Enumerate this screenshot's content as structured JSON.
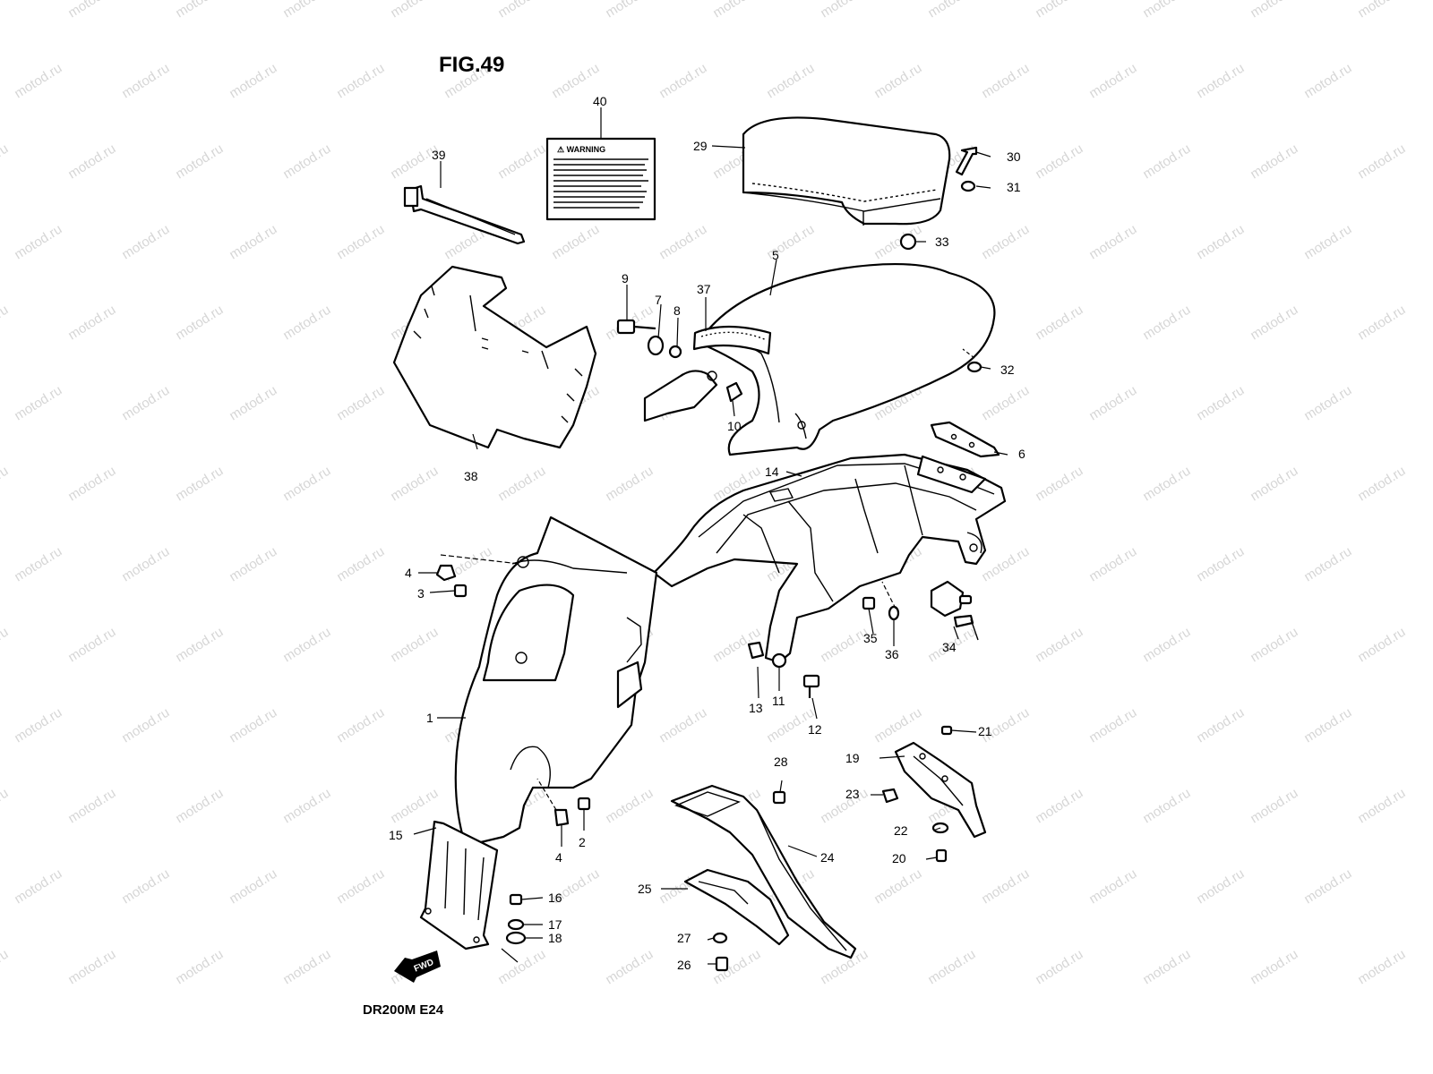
{
  "figure_title": "FIG.49",
  "model_code": "DR200M E24",
  "watermark": "motod.ru",
  "label_heading": "⚠ WARNING",
  "fwd_label": "FWD",
  "callouts": [
    "1",
    "2",
    "3",
    "4",
    "4",
    "5",
    "6",
    "7",
    "8",
    "9",
    "10",
    "11",
    "12",
    "13",
    "14",
    "15",
    "16",
    "17",
    "18",
    "19",
    "20",
    "21",
    "22",
    "23",
    "24",
    "25",
    "26",
    "27",
    "28",
    "29",
    "30",
    "31",
    "32",
    "33",
    "34",
    "35",
    "36",
    "37",
    "38",
    "39",
    "40"
  ]
}
